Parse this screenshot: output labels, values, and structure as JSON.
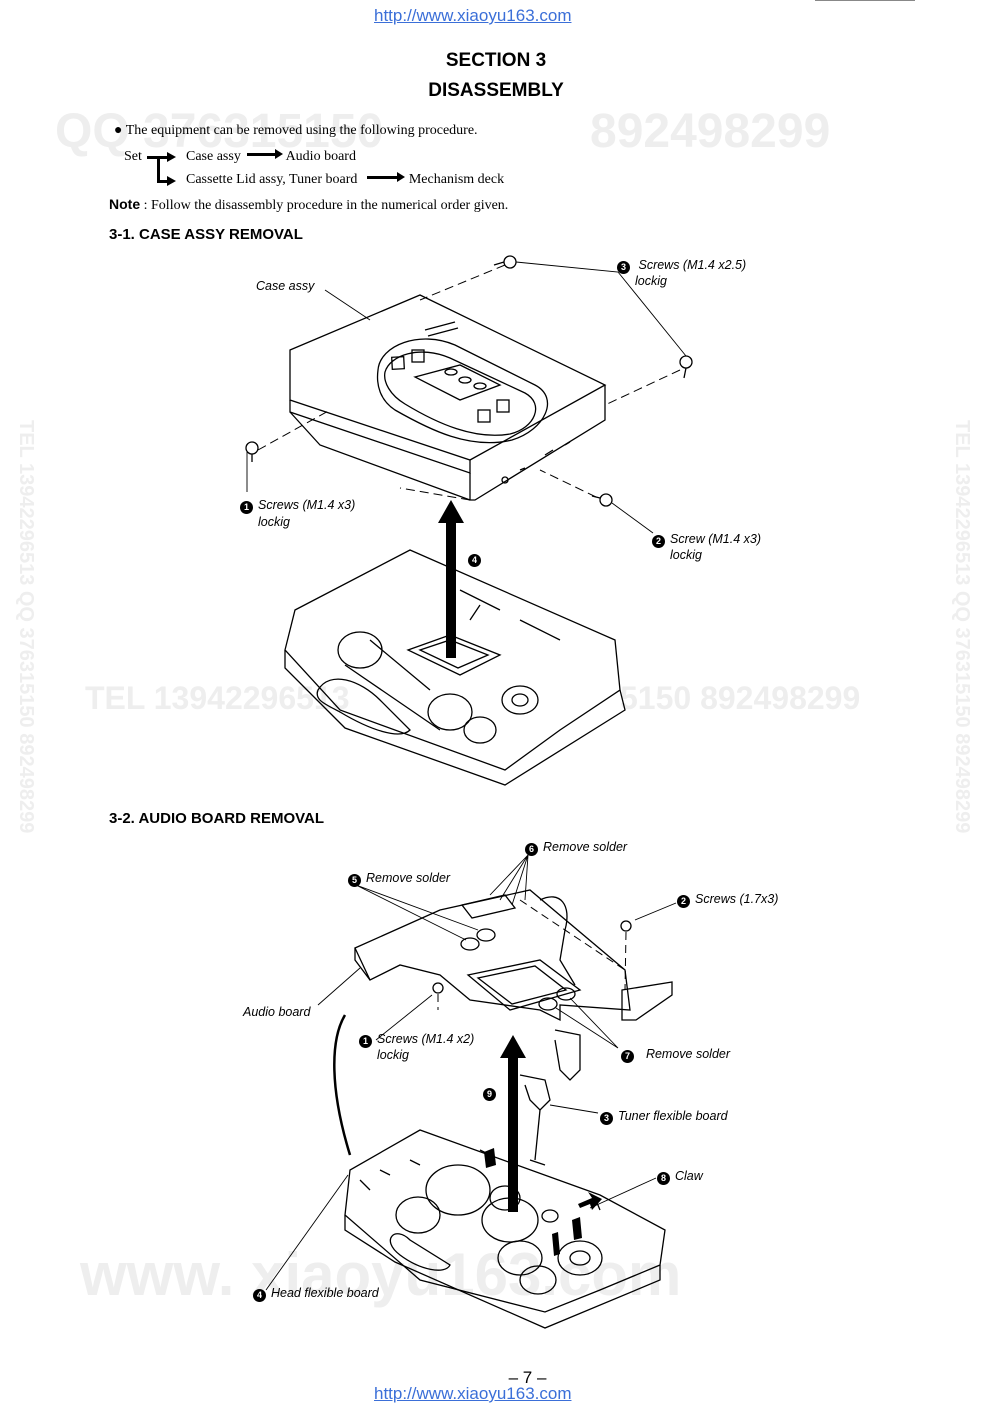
{
  "header": {
    "url_top": "http://www.xiaoyu163.com",
    "section": "SECTION 3",
    "title": "DISASSEMBLY"
  },
  "intro": {
    "bullet": "The equipment can be removed using the following procedure.",
    "flow": {
      "root": "Set",
      "row1": [
        "Case assy",
        "Audio board"
      ],
      "row2": [
        "Cassette Lid assy, Tuner board",
        "Mechanism deck"
      ]
    },
    "note_label": "Note",
    "note_text": ": Follow the disassembly procedure in the numerical order given."
  },
  "sec1": {
    "heading": "3-1. CASE ASSY REMOVAL",
    "labels": {
      "case_assy": "Case assy",
      "screws3": "Screws (M1.4 x2.5)",
      "screws3_sub": "lockig",
      "screws1": "Screws (M1.4 x3)",
      "screws1_sub": "lockig",
      "screw2": "Screw (M1.4 x3)",
      "screw2_sub": "lockig"
    },
    "step_nums": {
      "n1": "1",
      "n2": "2",
      "n3": "3",
      "n4": "4"
    }
  },
  "sec2": {
    "heading": "3-2. AUDIO BOARD REMOVAL",
    "labels": {
      "remove_solder6": "Remove solder",
      "remove_solder5": "Remove solder",
      "screws2": "Screws (1.7x3)",
      "audio_board": "Audio board",
      "screws1": "Screws (M1.4 x2)",
      "screws1_sub": "lockig",
      "remove_solder7": "Remove solder",
      "tuner_flex": "Tuner flexible board",
      "claw": "Claw",
      "head_flex": "Head flexible board"
    },
    "step_nums": {
      "n1": "1",
      "n2": "2",
      "n3": "3",
      "n4": "4",
      "n5": "5",
      "n6": "6",
      "n7": "7",
      "n8": "8",
      "n9": "9"
    }
  },
  "watermarks": {
    "qq": "QQ 376315150",
    "qq2": "892498299",
    "tel": "TEL 13942296513",
    "tel2": "5150 892498299",
    "www": "www. xiaoyu163.com",
    "side_left": "TEL 13942296513 QQ 376315150 892498299",
    "side_right": "TEL 13942296513 QQ 376315150 892498299"
  },
  "footer": {
    "page": "– 7 –",
    "url_bottom": "http://www.xiaoyu163.com"
  }
}
